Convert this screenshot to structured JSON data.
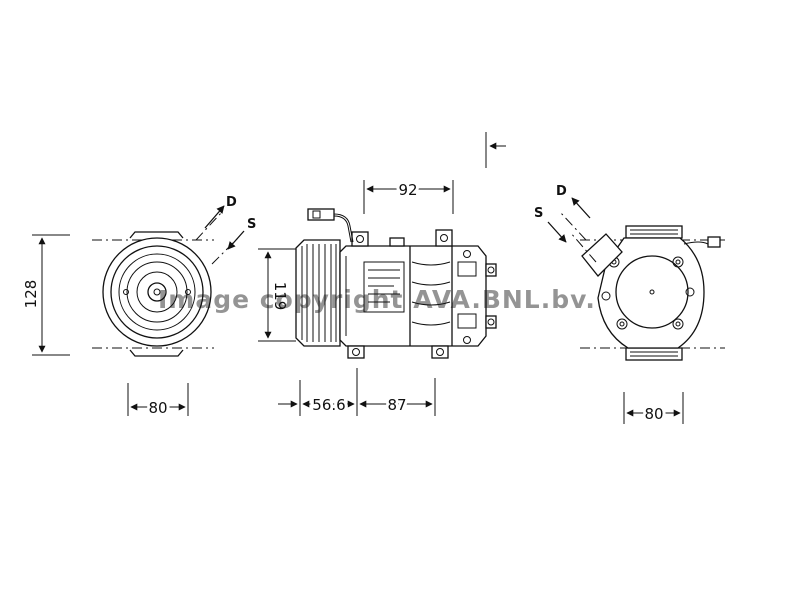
{
  "labels": {
    "left_discharge": "D",
    "left_suction": "S",
    "right_discharge": "D",
    "right_suction": "S"
  },
  "dimensions": {
    "left_height": "128",
    "left_width": "80",
    "side_top": "92",
    "side_height": "119",
    "side_pulley": "56.6",
    "side_body": "87",
    "right_width": "80"
  },
  "watermark": "Image copyright AVA.BNL.bv."
}
